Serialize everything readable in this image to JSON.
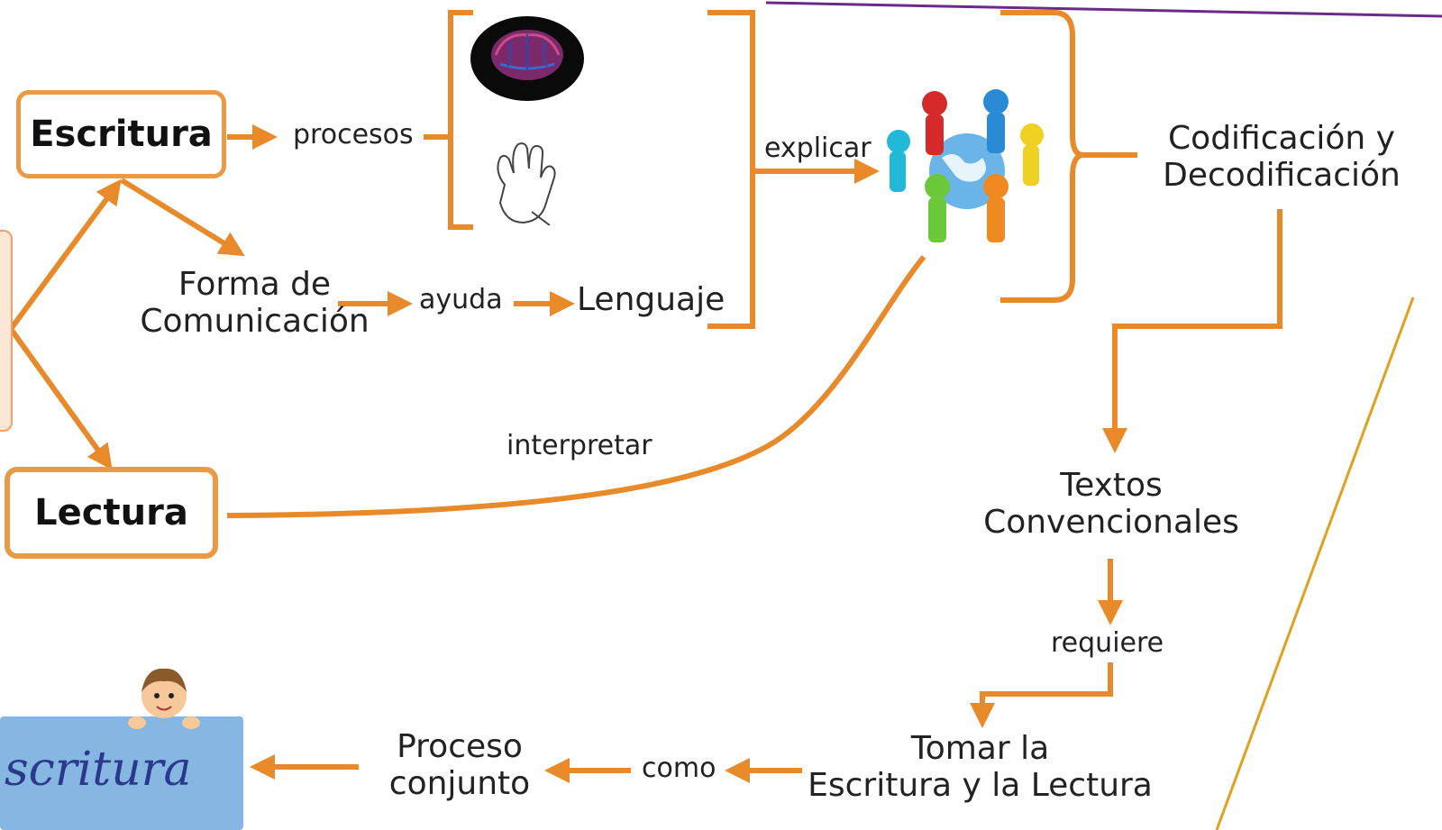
{
  "nodes": {
    "escritura": "Escritura",
    "lectura": "Lectura"
  },
  "labels": {
    "procesos": "procesos",
    "forma": "Forma de\nComunicación",
    "ayuda": "ayuda",
    "lenguaje": "Lenguaje",
    "explicar": "explicar",
    "codificacion": "Codificación y\nDecodificación",
    "interpretar": "interpretar",
    "textos": "Textos\nConvencionales",
    "requiere": "requiere",
    "tomar": "Tomar la\nEscritura y la Lectura",
    "como": "como",
    "proceso": "Proceso\nconjunto",
    "cursive": "scritura"
  },
  "icons": [
    "brain-icon",
    "hand-icon",
    "people-globe-icon",
    "child-icon"
  ],
  "colors": {
    "accent": "#e88a2a",
    "purple": "#6a2a8a",
    "yellow": "#e0a020"
  }
}
